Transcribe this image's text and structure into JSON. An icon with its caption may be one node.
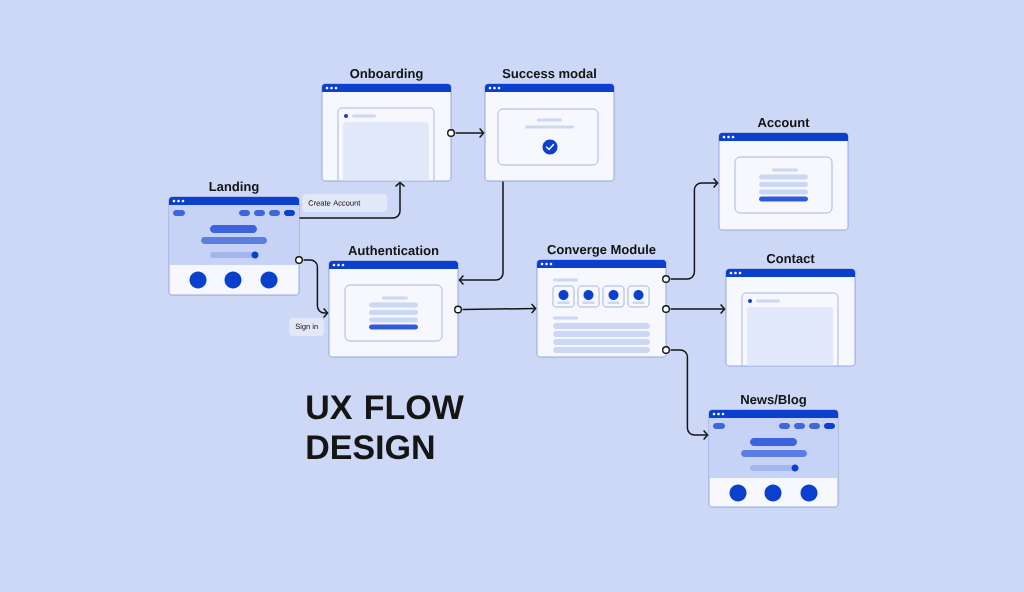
{
  "diagram": {
    "title": "UX FLOW DESIGN",
    "nodes": [
      {
        "text": [
          "Onboarding"
        ]
      },
      {
        "text": [
          "Success modal"
        ]
      },
      {
        "text": [
          "Account"
        ]
      },
      {
        "text": [
          "Landing"
        ]
      },
      {
        "text": [
          "Authentication"
        ]
      },
      {
        "text": [
          "Converge Module"
        ]
      },
      {
        "text": [
          "Contact"
        ]
      },
      {
        "text": [
          "News/Blog"
        ]
      }
    ],
    "edges": [
      {
        "from": 3,
        "to": 0,
        "arrow": "to",
        "label": "Create Account"
      },
      {
        "from": 3,
        "to": 4,
        "arrow": "to",
        "label": "Sign in"
      },
      {
        "from": 0,
        "to": 1,
        "arrow": "to"
      },
      {
        "from": 1,
        "to": 4,
        "arrow": "to"
      },
      {
        "from": 4,
        "to": 5,
        "arrow": "to"
      },
      {
        "from": 5,
        "to": 2,
        "arrow": "to"
      },
      {
        "from": 5,
        "to": 6,
        "arrow": "to"
      },
      {
        "from": 5,
        "to": 7,
        "arrow": "to"
      }
    ]
  }
}
